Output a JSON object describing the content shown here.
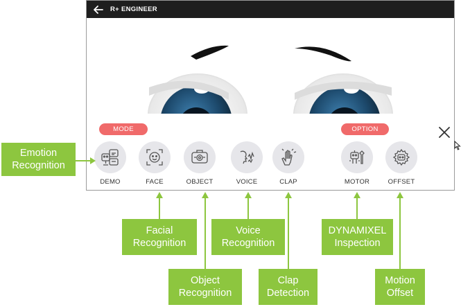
{
  "app": {
    "title": "R+ ENGINEER",
    "back_icon": "arrow-left-icon"
  },
  "menu": {
    "mode_label": "MODE",
    "option_label": "OPTION",
    "buttons": [
      {
        "label": "DEMO",
        "icon": "demo-icon"
      },
      {
        "label": "FACE",
        "icon": "face-icon"
      },
      {
        "label": "OBJECT",
        "icon": "object-icon"
      },
      {
        "label": "VOICE",
        "icon": "voice-icon"
      },
      {
        "label": "CLAP",
        "icon": "clap-icon"
      },
      {
        "label": "MOTOR",
        "icon": "motor-icon"
      },
      {
        "label": "OFFSET",
        "icon": "offset-icon"
      }
    ]
  },
  "callouts": {
    "emotion": [
      "Emotion",
      "Recognition"
    ],
    "facial": [
      "Facial",
      "Recognition"
    ],
    "object": [
      "Object",
      "Recognition"
    ],
    "voice": [
      "Voice",
      "Recognition"
    ],
    "clap": [
      "Clap",
      "Detection"
    ],
    "dynamixel": [
      "DYNAMIXEL",
      "Inspection"
    ],
    "motion": [
      "Motion",
      "Offset"
    ]
  },
  "colors": {
    "accent_pill": "#f06a6a",
    "callout_green": "#8dc63f",
    "titlebar": "#1e1e1e",
    "icon_circle": "#e6e6ea"
  }
}
